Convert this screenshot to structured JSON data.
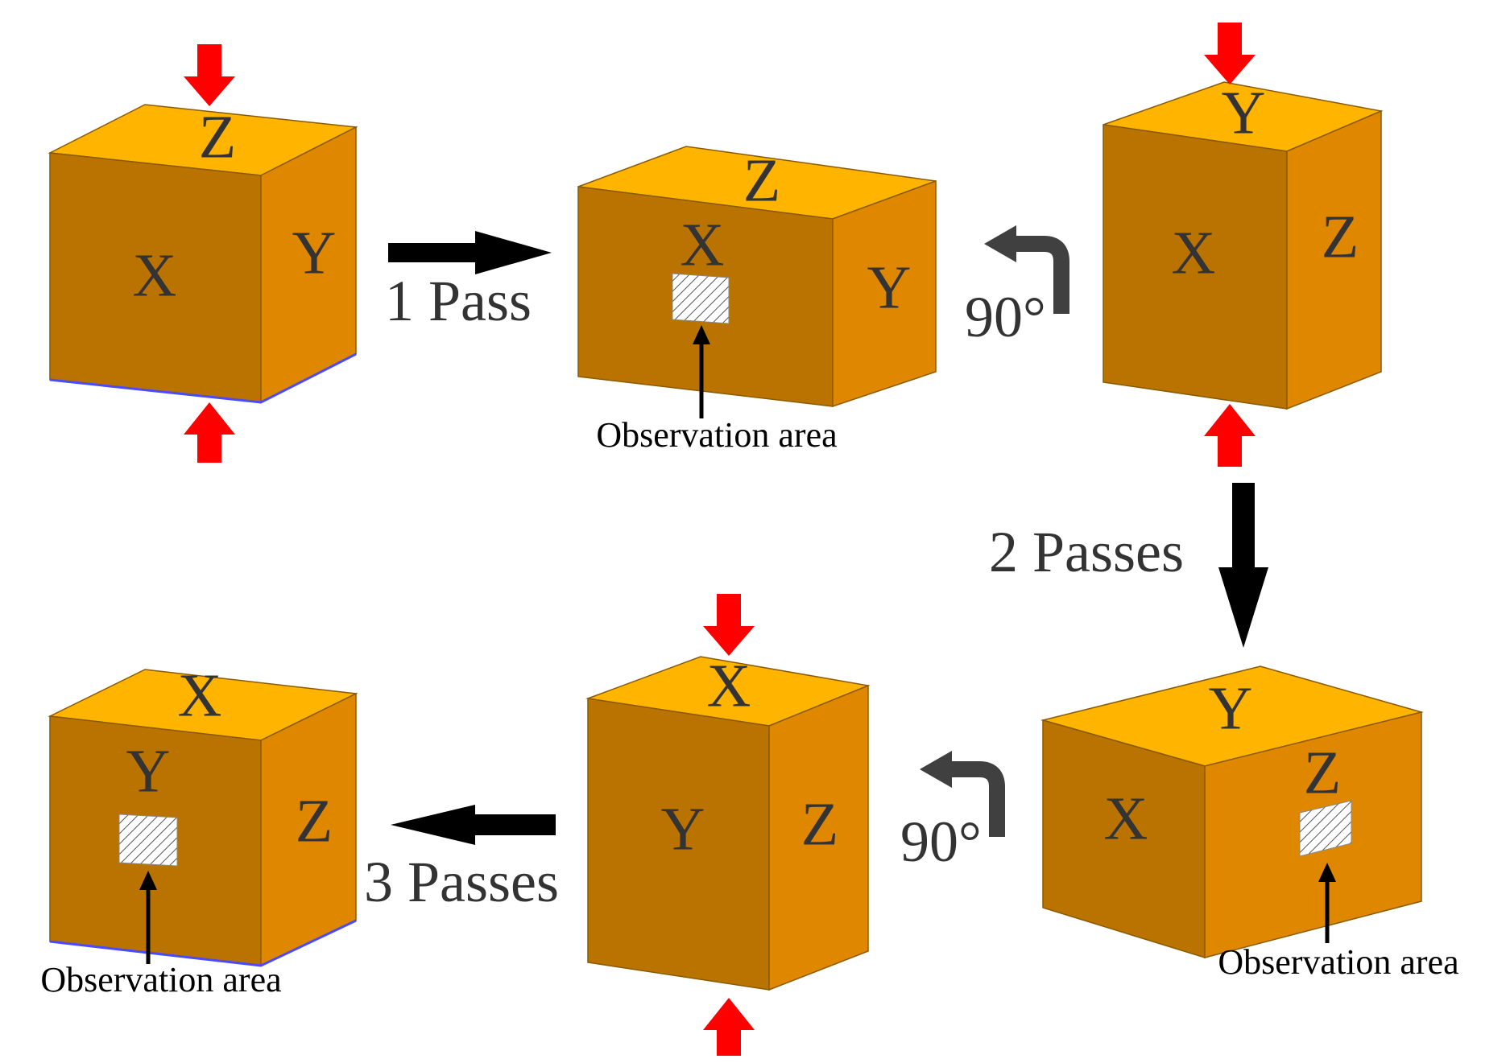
{
  "colors": {
    "top_face": "#FFB400",
    "front_face": "#BB7300",
    "side_face": "#E08700",
    "press_arrow": "#FF0000",
    "flow_arrow": "#000000",
    "rotate_arrow": "#404040",
    "text": "#333333"
  },
  "cube1": {
    "top": "Z",
    "front": "X",
    "side": "Y"
  },
  "cube2": {
    "top": "Z",
    "front": "X",
    "side": "Y",
    "observation": "Observation area"
  },
  "cube3": {
    "top": "Y",
    "front": "X",
    "side": "Z"
  },
  "cube4": {
    "top": "Y",
    "front": "X",
    "side": "Z",
    "observation": "Observation area"
  },
  "cube5": {
    "top": "X",
    "front": "Y",
    "side": "Z"
  },
  "cube6": {
    "top": "X",
    "front": "Y",
    "side": "Z",
    "observation": "Observation area"
  },
  "steps": {
    "pass1": "1 Pass",
    "passes2": "2 Passes",
    "passes3": "3 Passes",
    "rotate_a": "90°",
    "rotate_b": "90°"
  },
  "icons": {
    "press": "red-arrow-icon",
    "flow": "black-arrow-icon",
    "rotate": "rotate-arrow-icon"
  }
}
